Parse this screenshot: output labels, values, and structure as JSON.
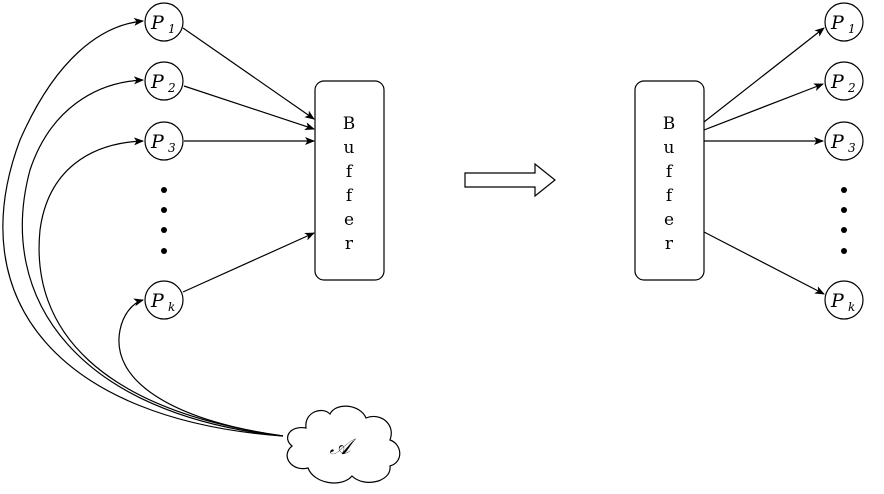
{
  "left": {
    "processes": [
      {
        "base": "P",
        "sub": "1"
      },
      {
        "base": "P",
        "sub": "2"
      },
      {
        "base": "P",
        "sub": "3"
      },
      {
        "base": "P",
        "sub": "k"
      }
    ],
    "buffer_letters": [
      "B",
      "u",
      "f",
      "f",
      "e",
      "r"
    ],
    "adversary_label": "𝒜"
  },
  "right": {
    "processes": [
      {
        "base": "P",
        "sub": "1"
      },
      {
        "base": "P",
        "sub": "2"
      },
      {
        "base": "P",
        "sub": "3"
      },
      {
        "base": "P",
        "sub": "k"
      }
    ],
    "buffer_letters": [
      "B",
      "u",
      "f",
      "f",
      "e",
      "r"
    ]
  }
}
